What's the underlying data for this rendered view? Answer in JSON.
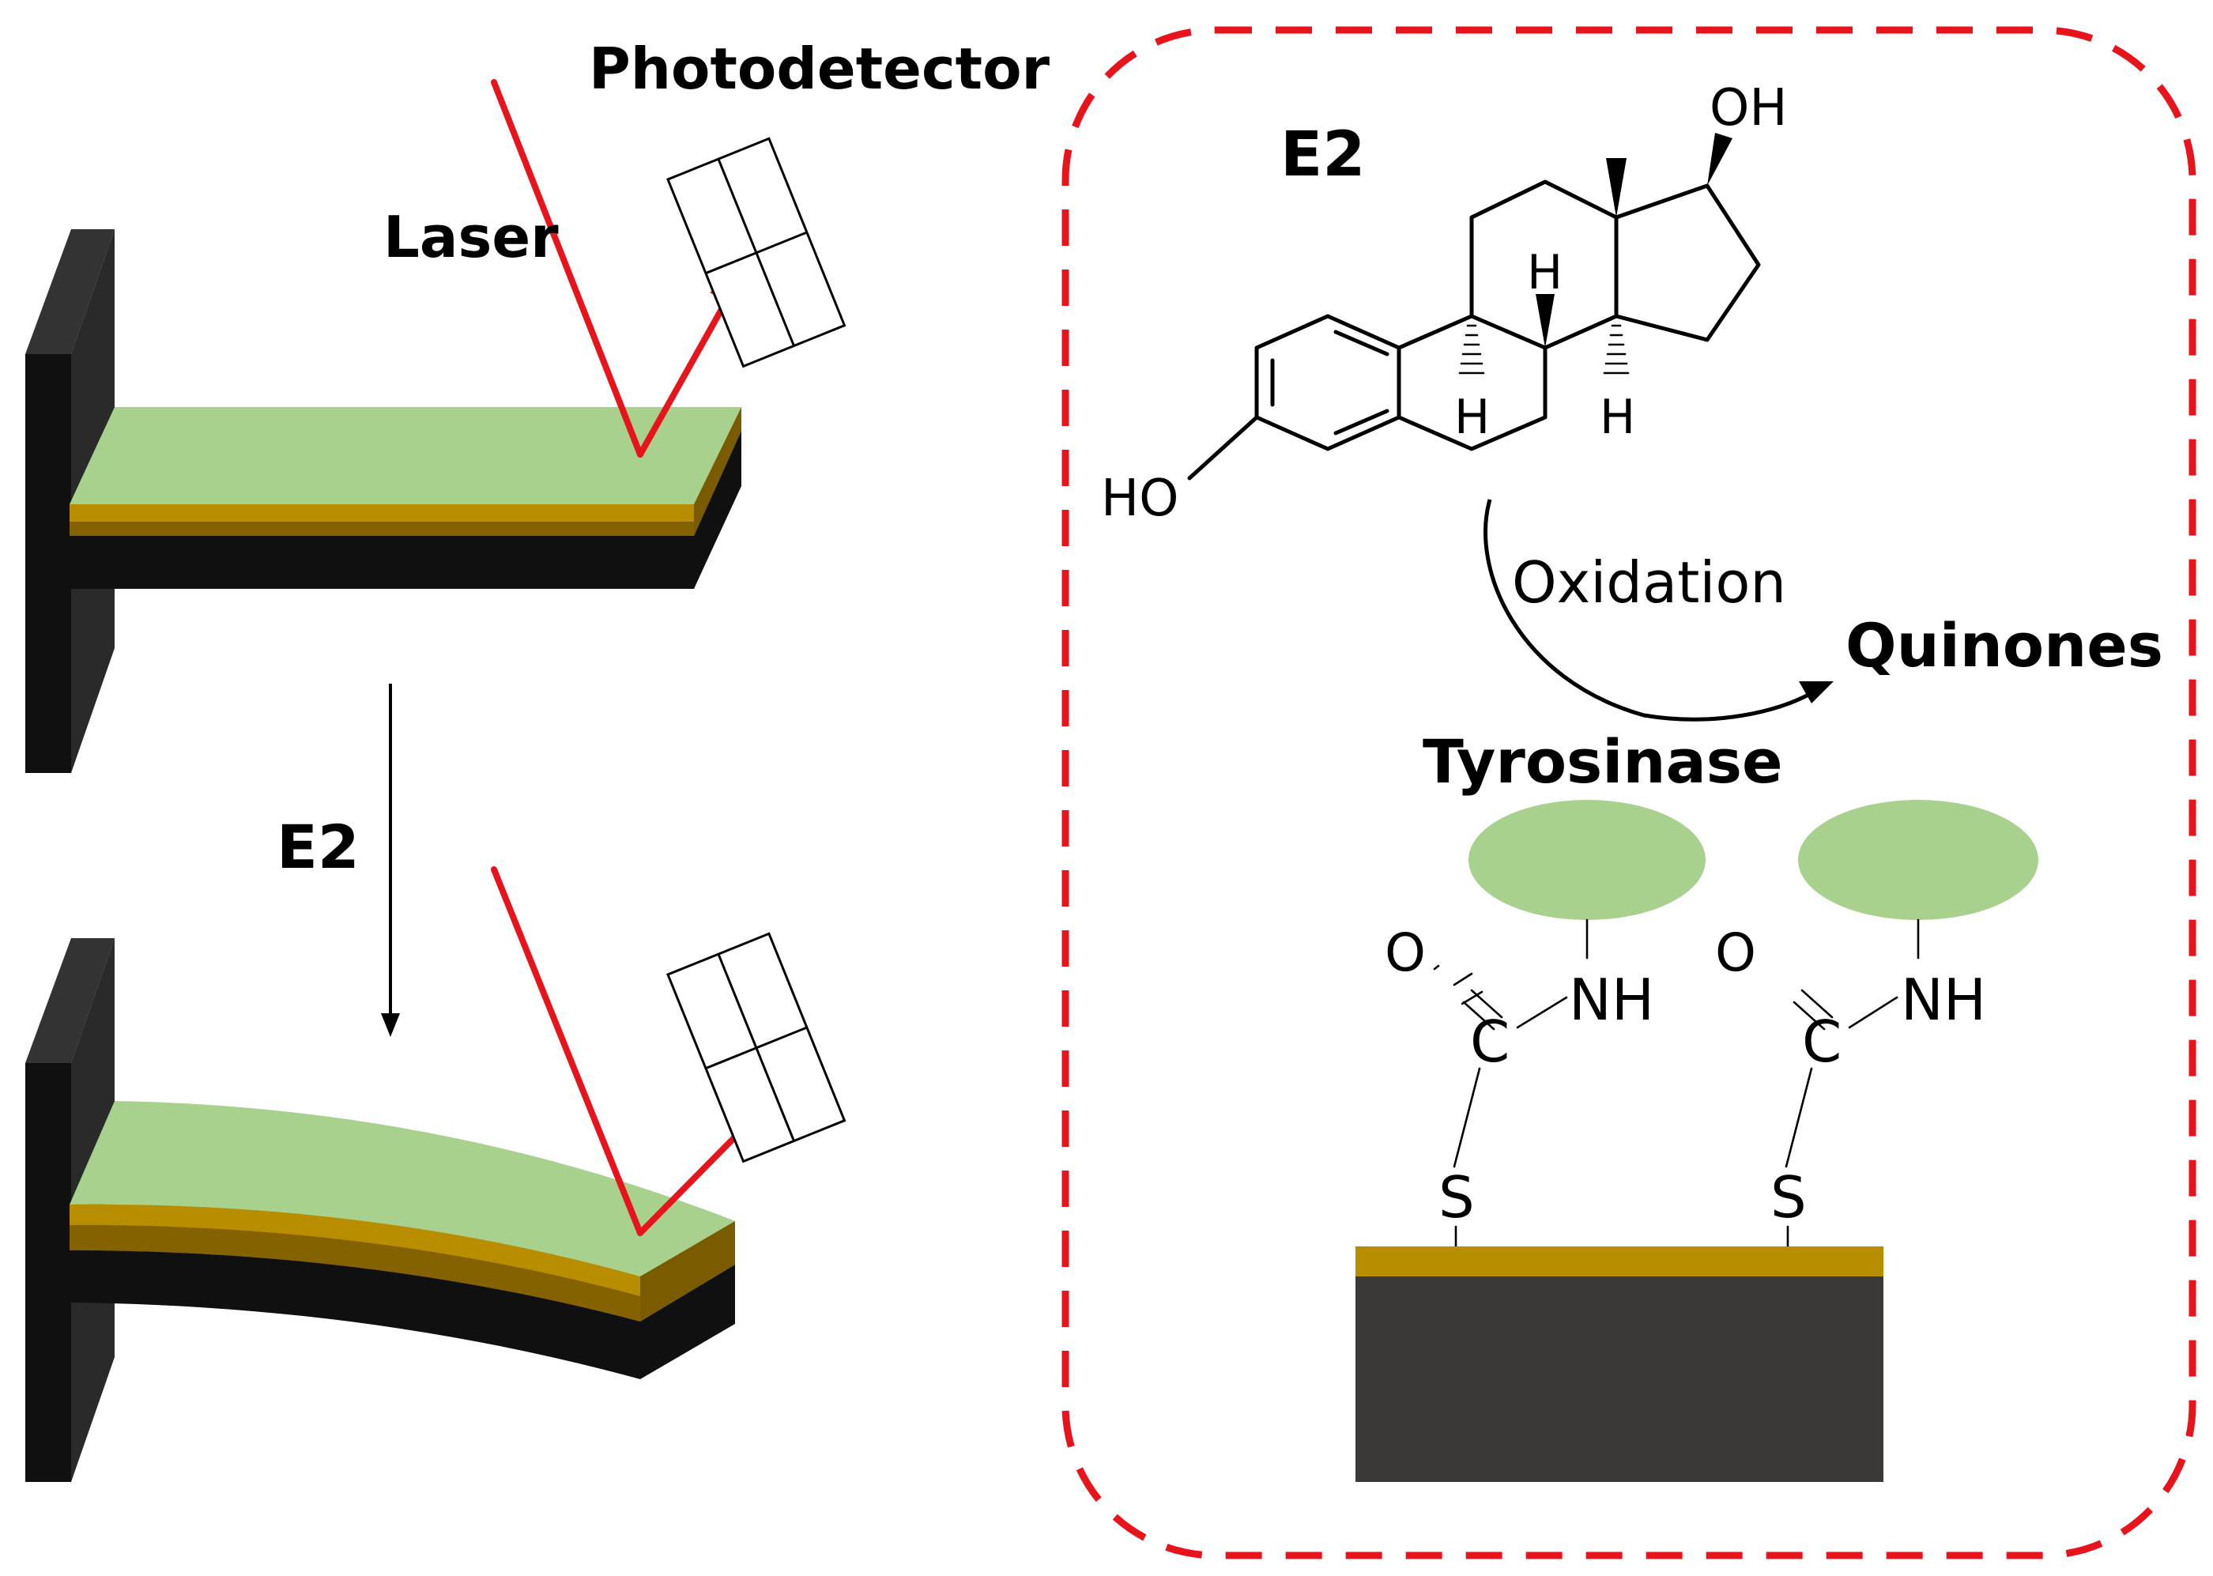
{
  "labels": {
    "photodetector": "Photodetector",
    "laser": "Laser",
    "e2_step": "E2",
    "e2_molecule": "E2",
    "oxidation": "Oxidation",
    "quinones": "Quinones",
    "tyrosinase": "Tyrosinase"
  },
  "molecule": {
    "oh_top": "OH",
    "ho_left": "HO",
    "h_center": "H",
    "h_left": "H",
    "h_right": "H"
  },
  "linker": {
    "o_symbol": "O",
    "c_symbol": "C",
    "nh_symbol": "NH",
    "s_symbol": "S"
  },
  "colors": {
    "laser": "#e8141c",
    "gold": "#b98d00",
    "gold_dark": "#7a5b00",
    "green": "#a8d18d",
    "black": "#101010",
    "wall_side": "#333333",
    "substrate": "#3c3838",
    "dashed_border": "#e8141c"
  }
}
